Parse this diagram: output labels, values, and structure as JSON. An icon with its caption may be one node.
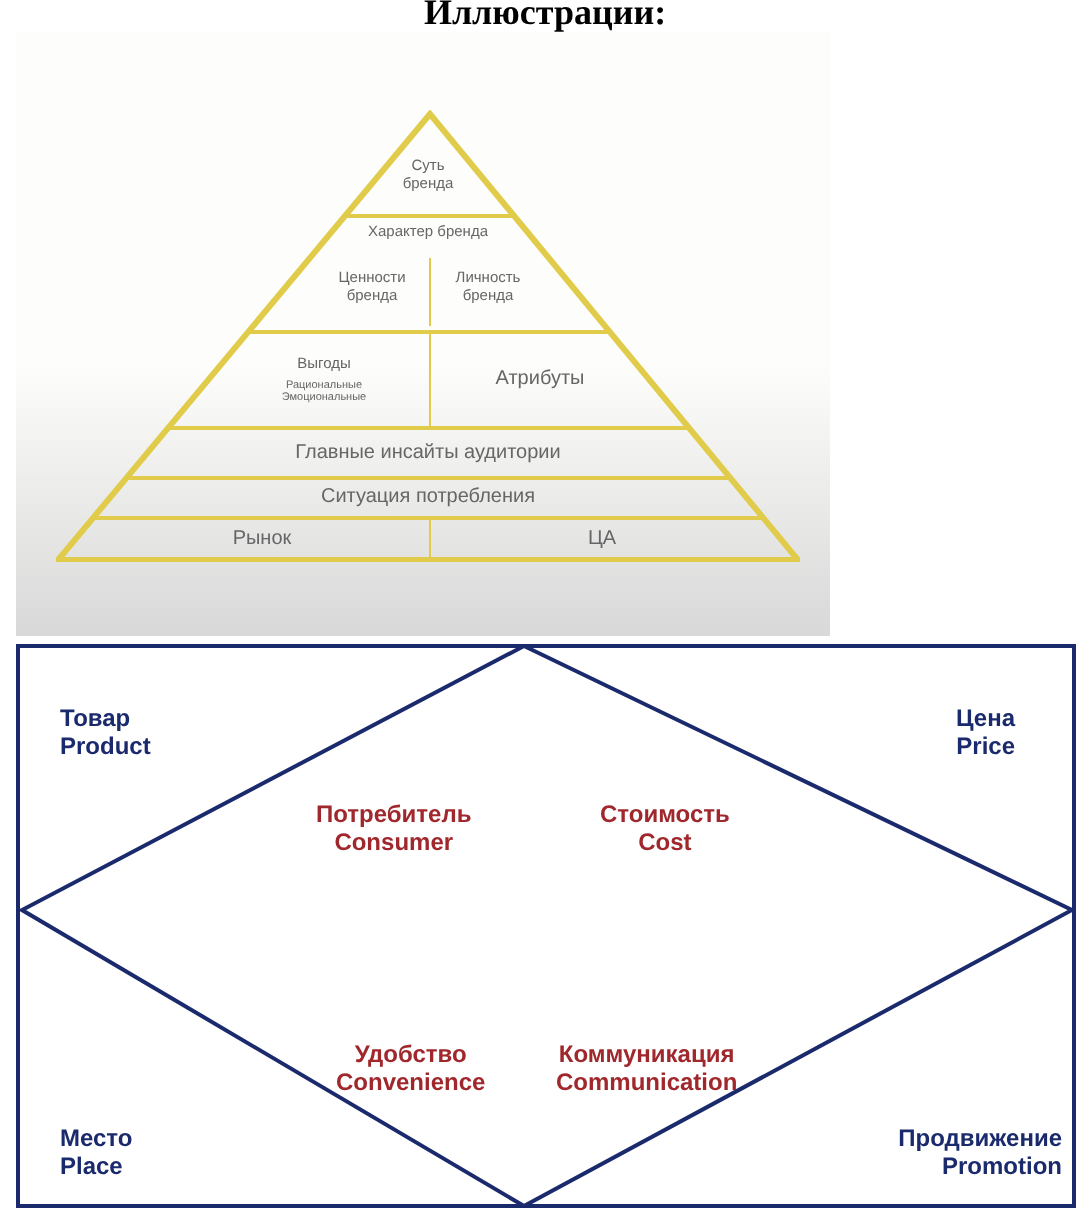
{
  "diagram": {
    "title": "Иллюстрации:",
    "nodes": [
      {
        "text": [],
        "shape": "triangle"
      },
      {
        "text": [
          "Суть бренда"
        ],
        "in": 0
      },
      {
        "text": [
          "Характер бренда"
        ],
        "in": 0
      },
      {
        "text": [
          "Ценности бренда"
        ],
        "in": 2
      },
      {
        "text": [
          "Личность бренда"
        ],
        "in": 2
      },
      {
        "text": [
          "Выгоды",
          "Рациональные",
          "Эмоциональные"
        ],
        "in": 0
      },
      {
        "text": [
          "Атрибуты"
        ],
        "in": 0
      },
      {
        "text": [
          "Главные инсайты аудитории"
        ],
        "in": 0
      },
      {
        "text": [
          "Ситуация потребления"
        ],
        "in": 0
      },
      {
        "text": [
          "Рынок"
        ],
        "in": 0
      },
      {
        "text": [
          "ЦА"
        ],
        "in": 0
      },
      {
        "text": [
          "Потребитель Consumer",
          "Стоимость Cost",
          "Удобство Convenience",
          "Коммуникация Communication"
        ]
      }
    ],
    "labels": [
      "Товар Product",
      "Цена Price",
      "Место Place",
      "Продвижение Promotion"
    ]
  }
}
